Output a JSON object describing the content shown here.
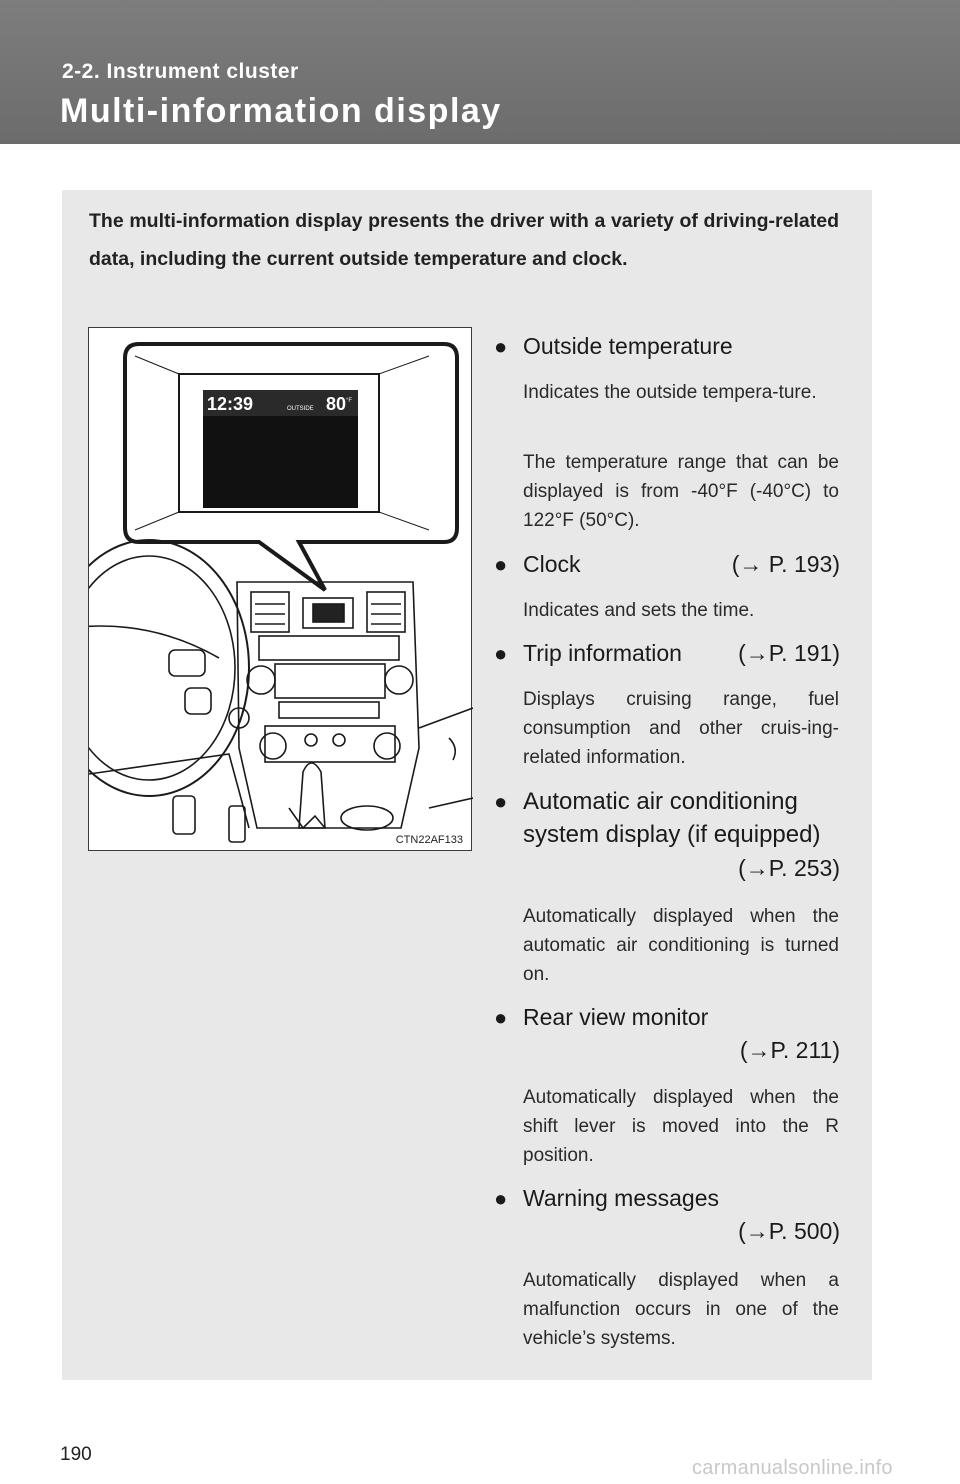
{
  "header": {
    "section": "2-2. Instrument cluster",
    "title": "Multi-information display"
  },
  "intro": "The multi-information display presents the driver with a variety of driving-related data, including the current outside temperature and clock.",
  "figure": {
    "screen_clock": "12:39",
    "screen_outside_label": "OUTSIDE",
    "screen_temp": "80",
    "screen_temp_unit": "°F",
    "figure_id": "CTN22AF133"
  },
  "items": [
    {
      "label": "Outside temperature",
      "ref": "",
      "desc": [
        "Indicates the outside tempera-ture.",
        "The temperature range that can be displayed is from -40°F (-40°C) to 122°F (50°C)."
      ]
    },
    {
      "label": "Clock",
      "ref": "(→ P. 193)",
      "desc": [
        "Indicates and sets the time."
      ]
    },
    {
      "label": "Trip information",
      "ref": "(→P. 191)",
      "desc": [
        "Displays cruising range, fuel consumption and other cruis-ing-related information."
      ]
    },
    {
      "label_line1": "Automatic air conditioning",
      "label_line2": "system display (if equipped)",
      "ref": "(→P. 253)",
      "desc": [
        "Automatically displayed when the automatic air conditioning is turned on."
      ]
    },
    {
      "label": "Rear view monitor",
      "ref": "(→P. 211)",
      "desc": [
        "Automatically displayed when the shift lever is moved into the R position."
      ]
    },
    {
      "label": "Warning messages",
      "ref": "(→P. 500)",
      "desc": [
        "Automatically displayed when a malfunction occurs in one of the vehicle’s systems."
      ]
    }
  ],
  "bullet_symbol": "●",
  "page_number": "190",
  "watermark": "carmanualsonline.info"
}
